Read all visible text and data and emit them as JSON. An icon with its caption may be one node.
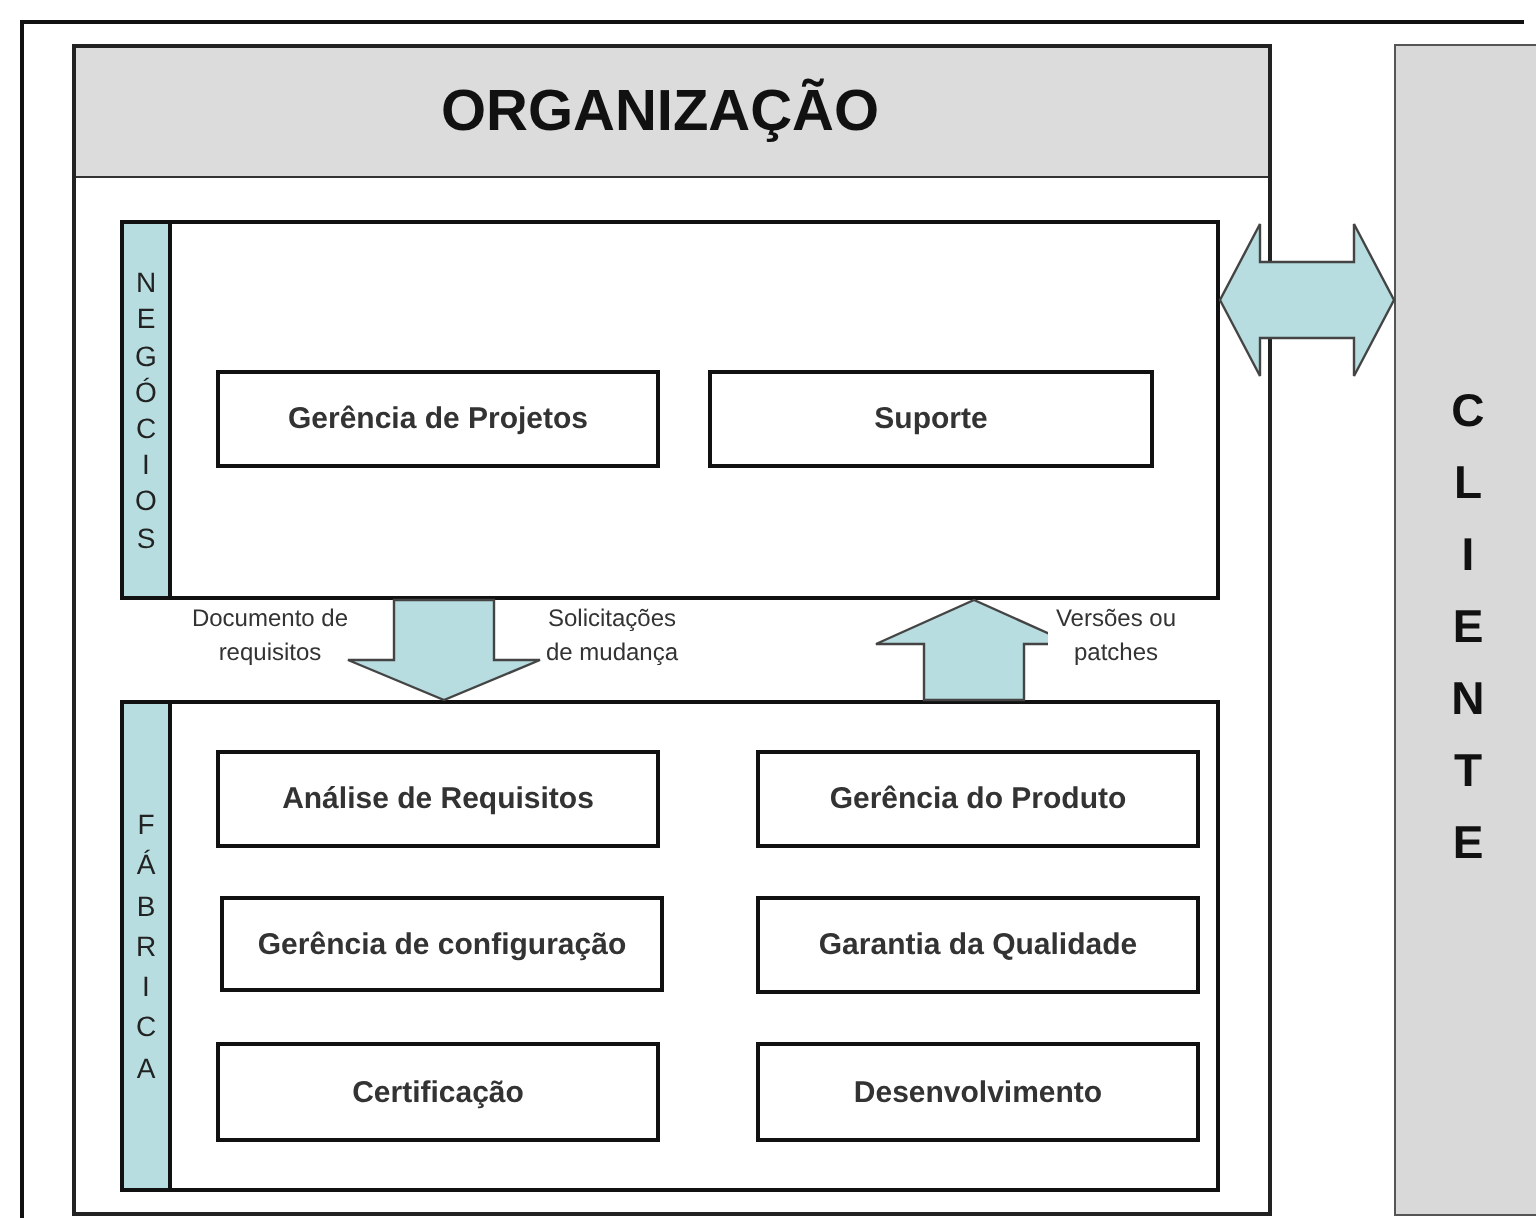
{
  "diagram": {
    "nodes": [
      {
        "text": [
          "ORGANIZAÇÃO"
        ]
      },
      {
        "text": [
          "NEGÓCIOS"
        ],
        "in": 0
      },
      {
        "text": [
          "Gerência de Projetos"
        ],
        "in": 1
      },
      {
        "text": [
          "Suporte"
        ],
        "in": 1
      },
      {
        "text": [
          "FÁBRICA"
        ],
        "in": 0
      },
      {
        "text": [
          "Análise de Requisitos"
        ],
        "in": 4
      },
      {
        "text": [
          "Gerência do Produto"
        ],
        "in": 4
      },
      {
        "text": [
          "Gerência de configuração"
        ],
        "in": 4
      },
      {
        "text": [
          "Garantia da Qualidade"
        ],
        "in": 4
      },
      {
        "text": [
          "Certificação"
        ],
        "in": 4
      },
      {
        "text": [
          "Desenvolvimento"
        ],
        "in": 4
      },
      {
        "text": [
          "CLIENTE"
        ]
      }
    ],
    "edges": [
      {
        "from": 1,
        "to": 4,
        "arrow": "to"
      },
      {
        "from": 4,
        "to": 1,
        "arrow": "to",
        "label": "Versões ou patches"
      },
      {
        "from": 1,
        "to": 11,
        "arrow": "both"
      }
    ],
    "labels": [
      "Documento de requisitos",
      "Solicitações de mudança"
    ]
  }
}
